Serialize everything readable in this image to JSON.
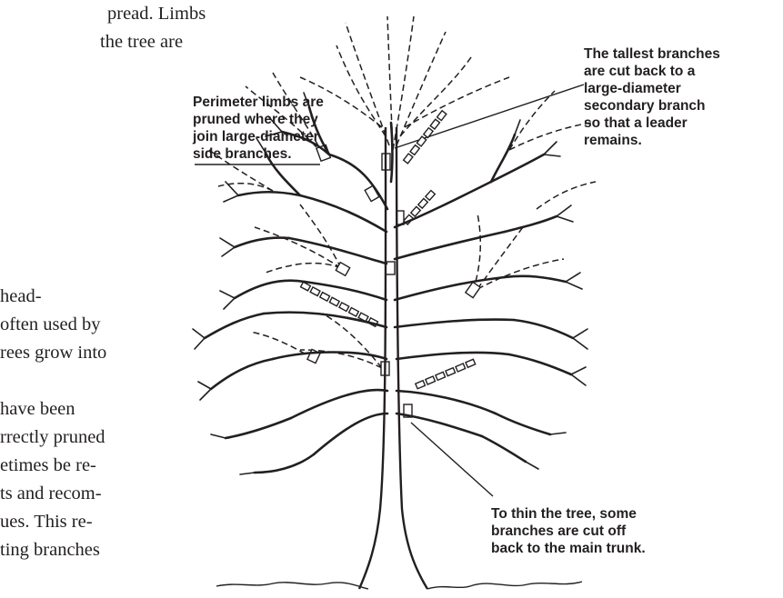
{
  "body_text_lines": [
    "pread. Limbs",
    "the tree are",
    "head-",
    "often used by",
    "rees grow into",
    "have been",
    "rrectly pruned",
    "etimes be re-",
    "ts and recom-",
    "ues. This re-",
    "ting branches"
  ],
  "callouts": {
    "perimeter": [
      "Perimeter limbs are",
      "pruned where they",
      "join large-diameter",
      "side branches."
    ],
    "tallest": [
      "The tallest branches",
      "are cut back to a",
      "large-diameter",
      "secondary branch",
      "so that a leader",
      "remains."
    ],
    "thin": [
      "To thin the tree, some",
      "branches are cut off",
      "back to the main trunk."
    ]
  },
  "colors": {
    "ink": "#231f20",
    "background": "#ffffff"
  }
}
